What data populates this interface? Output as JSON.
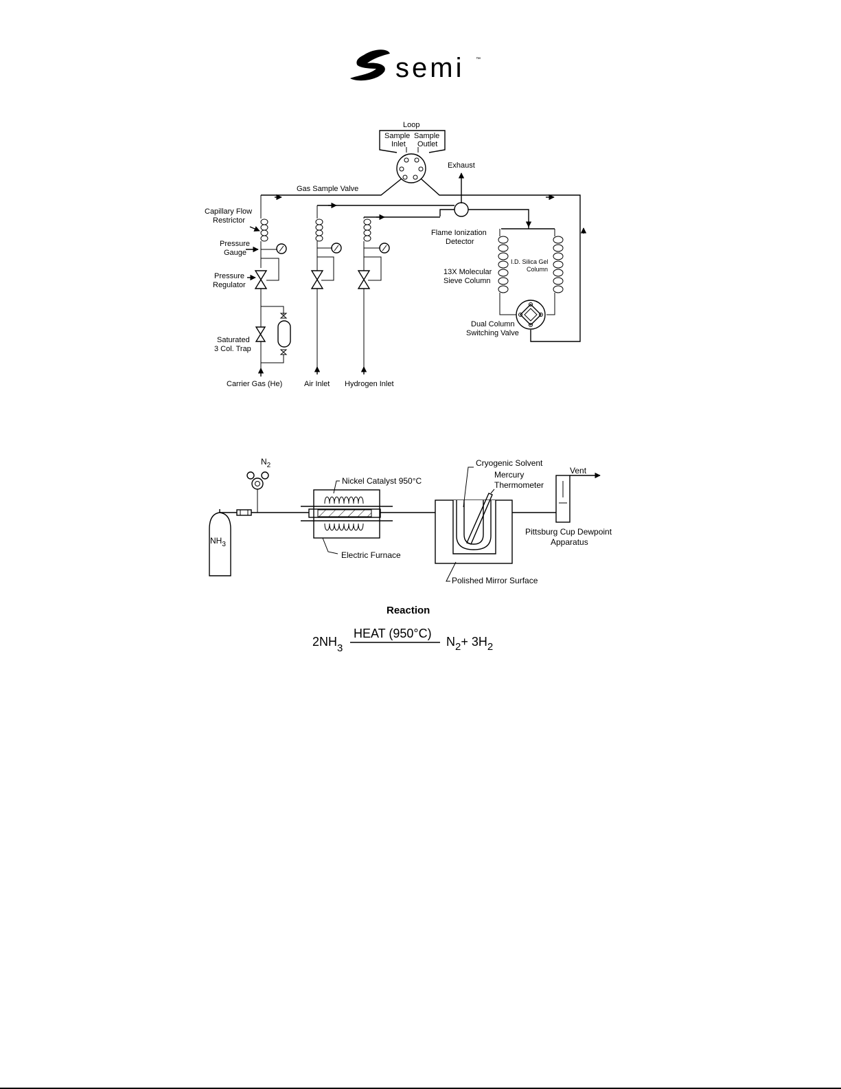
{
  "logo": {
    "text": "semi",
    "tm": "™"
  },
  "gc_diagram": {
    "labels": {
      "loop": "Loop",
      "sample_inlet": "Sample\nInlet",
      "sample_outlet": "Sample\nOutlet",
      "exhaust": "Exhaust",
      "gas_sample_valve": "Gas Sample Valve",
      "capillary_flow_restrictor": "Capillary Flow\nRestrictor",
      "pressure_gauge": "Pressure\nGauge",
      "pressure_regulator": "Pressure\nRegulator",
      "saturated_trap": "Saturated\n3 Col. Trap",
      "carrier_gas": "Carrier Gas (He)",
      "air_inlet": "Air Inlet",
      "hydrogen_inlet": "Hydrogen Inlet",
      "fid": "Flame Ionization\nDetector",
      "molecular_sieve": "13X Molecular\nSieve Column",
      "silica_gel": "I.D. Silica Gel\nColumn",
      "switching_valve": "Dual Column\nSwitching Valve"
    }
  },
  "dewpoint_diagram": {
    "labels": {
      "n2": "N",
      "n2_sub": "2",
      "nh3": "NH",
      "nh3_sub": "3",
      "nickel_catalyst": "Nickel Catalyst 950°C",
      "electric_furnace": "Electric Furnace",
      "cryogenic_solvent": "Cryogenic Solvent",
      "mercury_thermometer": "Mercury\nThermometer",
      "vent": "Vent",
      "pittsburg_cup": "Pittsburg Cup Dewpoint\nApparatus",
      "polished_mirror": "Polished Mirror Surface"
    }
  },
  "reaction": {
    "title": "Reaction",
    "reactant_coef": "2NH",
    "reactant_sub": "3",
    "condition": "HEAT (950°C)",
    "product1": "N",
    "product1_sub": "2",
    "plus": "+ 3H",
    "product2_sub": "2"
  }
}
